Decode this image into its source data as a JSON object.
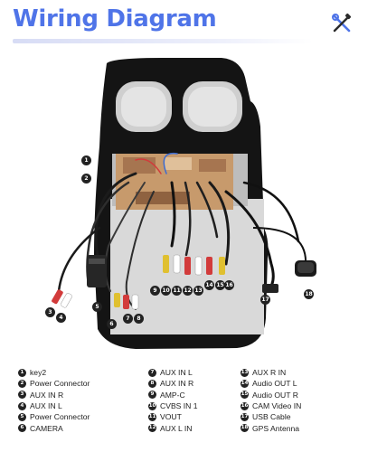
{
  "header": {
    "title": "Wiring Diagram",
    "icon": "tools-icon",
    "title_color": "#4f74e8"
  },
  "callouts": [
    "1",
    "2",
    "3",
    "4",
    "5",
    "6",
    "7",
    "8",
    "9",
    "10",
    "11",
    "12",
    "13",
    "14",
    "15",
    "16",
    "17",
    "18"
  ],
  "legend": {
    "col1": [
      {
        "n": "1",
        "label": "key2"
      },
      {
        "n": "2",
        "label": "Power Connector"
      },
      {
        "n": "3",
        "label": "AUX IN R"
      },
      {
        "n": "4",
        "label": "AUX IN L"
      },
      {
        "n": "5",
        "label": "Power Connector"
      },
      {
        "n": "6",
        "label": "CAMERA"
      }
    ],
    "col2": [
      {
        "n": "7",
        "label": "AUX IN L"
      },
      {
        "n": "8",
        "label": "AUX IN R"
      },
      {
        "n": "9",
        "label": "AMP-C"
      },
      {
        "n": "10",
        "label": "CVBS IN 1"
      },
      {
        "n": "11",
        "label": "VOUT"
      },
      {
        "n": "12",
        "label": "AUX L IN"
      }
    ],
    "col3": [
      {
        "n": "13",
        "label": "AUX R IN"
      },
      {
        "n": "14",
        "label": "Audio OUT L"
      },
      {
        "n": "15",
        "label": "Audio OUT R"
      },
      {
        "n": "16",
        "label": "CAM Video IN"
      },
      {
        "n": "17",
        "label": "USB Cable"
      },
      {
        "n": "18",
        "label": "GPS Antenna"
      }
    ]
  }
}
